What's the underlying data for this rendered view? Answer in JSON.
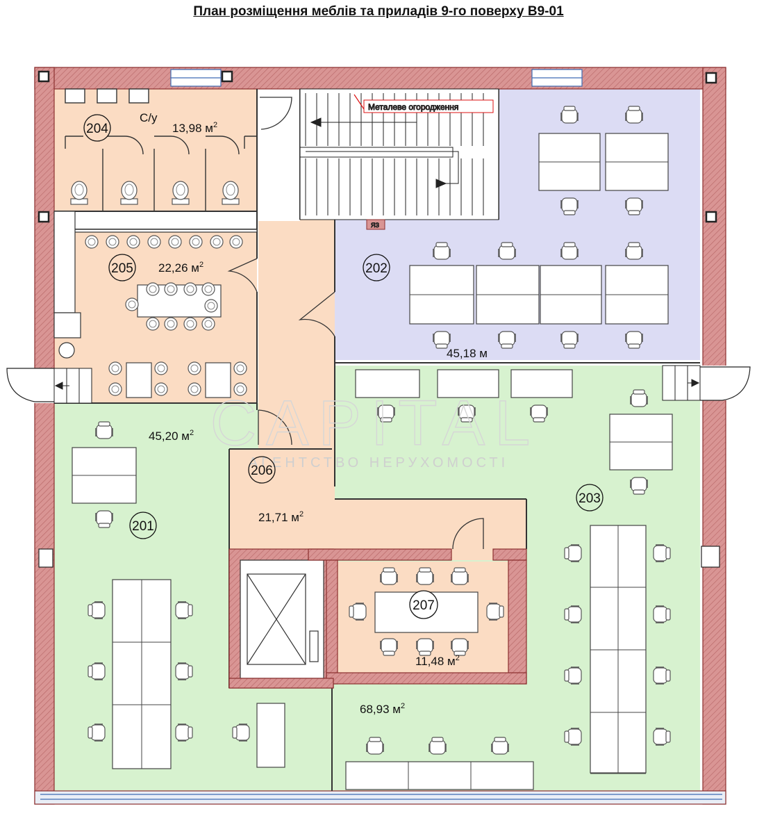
{
  "title": "План розміщення меблів та приладів 9-го поверху В9-01",
  "rooms": {
    "r201": {
      "number": "201",
      "area_value": "45,20 м",
      "area_sup": "2"
    },
    "r202": {
      "number": "202",
      "area_value": "45,18 м",
      "area_sup": ""
    },
    "r203": {
      "number": "203",
      "area_value": "68,93 м",
      "area_sup": "2"
    },
    "r204": {
      "number": "204",
      "label": "С/у",
      "area_value": "13,98 м",
      "area_sup": "2"
    },
    "r205": {
      "number": "205",
      "area_value": "22,26 м",
      "area_sup": "2"
    },
    "r206": {
      "number": "206",
      "area_value": "21,71 м",
      "area_sup": "2"
    },
    "r207": {
      "number": "207",
      "area_value": "11,48 м",
      "area_sup": "2"
    }
  },
  "annotations": {
    "metal_fence": "Металеве огородження"
  },
  "watermark": {
    "brand": "CAPITAL",
    "tagline": "АГЕНТСТВО НЕРУХОМОСТІ"
  },
  "colors": {
    "wall": "#d99594",
    "wall_outline": "#8b2f2f",
    "office_green": "#d7f2cf",
    "office_blue": "#dcdcf4",
    "service_peach": "#fbdcc3",
    "watermark": "#d6d6d6"
  }
}
